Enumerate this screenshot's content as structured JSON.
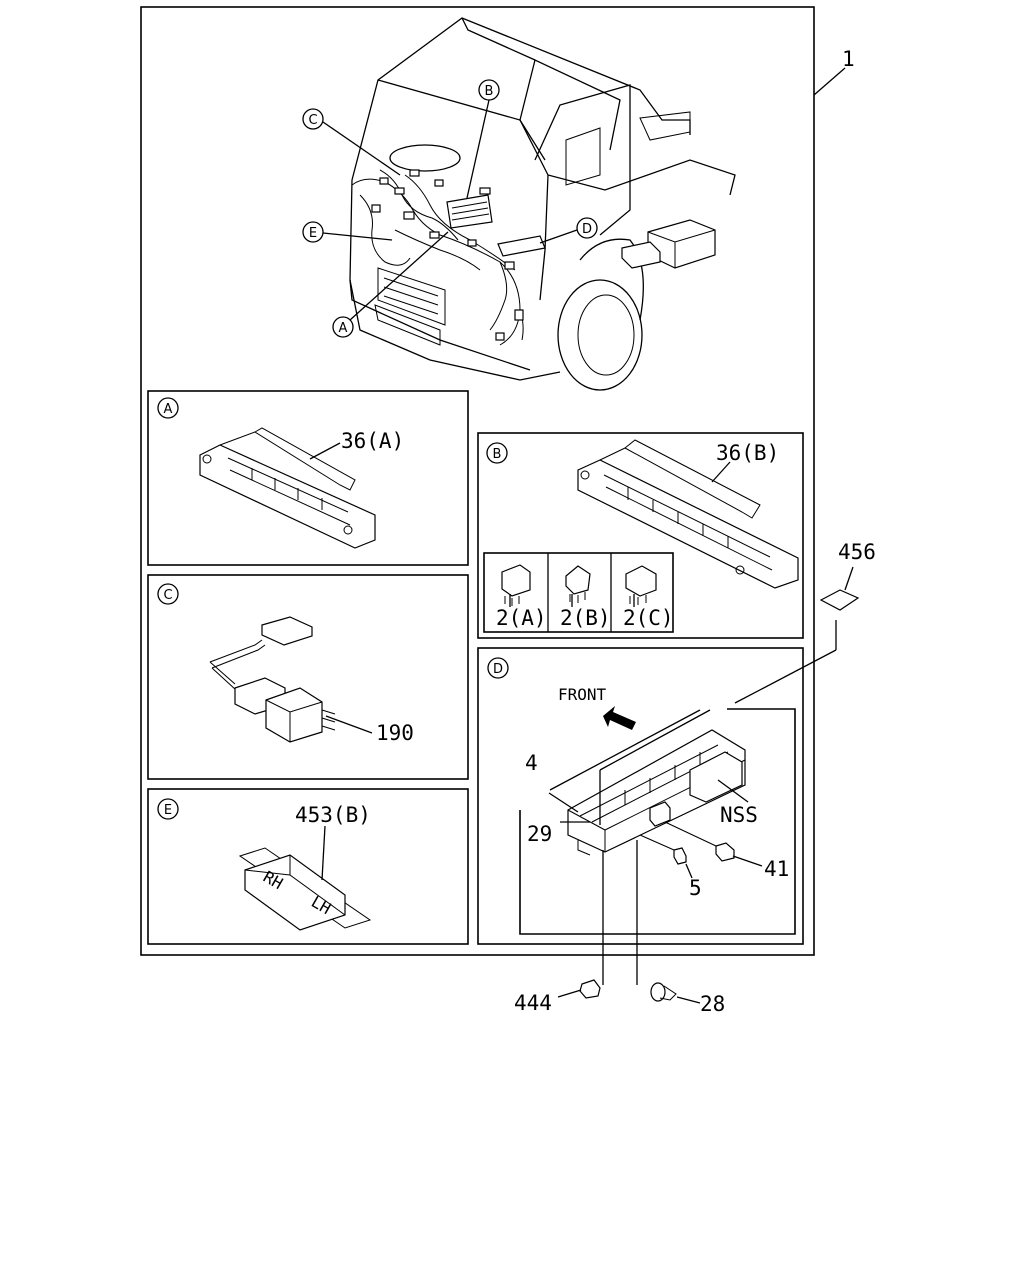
{
  "callouts": {
    "c1": "1",
    "c36a": "36(A)",
    "c36b": "36(B)",
    "c2a": "2(A)",
    "c2b": "2(B)",
    "c2c": "2(C)",
    "c190": "190",
    "c453b": "453(B)",
    "c456": "456",
    "c4": "4",
    "c29": "29",
    "cNSS": "NSS",
    "c41": "41",
    "c5": "5",
    "c444": "444",
    "c28": "28"
  },
  "front_label": "FRONT",
  "detail_markers": {
    "A": "A",
    "B": "B",
    "C": "C",
    "D": "D",
    "E": "E"
  },
  "fuse_marks": {
    "rh": "RH",
    "lh": "LH"
  }
}
